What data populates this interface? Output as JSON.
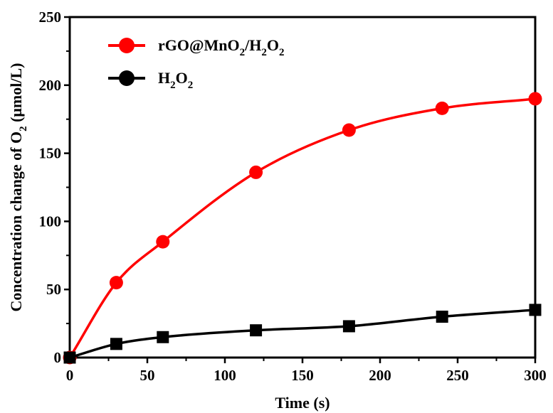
{
  "chart_data": {
    "type": "line",
    "xlabel": "Time (s)",
    "ylabel": {
      "parts": [
        {
          "text": "Concentration change of O",
          "sub": false
        },
        {
          "text": "2",
          "sub": true
        },
        {
          "text": " (μmol/L)",
          "sub": false
        }
      ]
    },
    "xlim": [
      0,
      300
    ],
    "ylim": [
      0,
      250
    ],
    "xticks": [
      0,
      50,
      100,
      150,
      200,
      250,
      300
    ],
    "yticks": [
      0,
      50,
      100,
      150,
      200,
      250
    ],
    "grid": false,
    "legend_position": "top-left",
    "series": [
      {
        "name": {
          "parts": [
            {
              "text": "rGO@MnO",
              "sub": false
            },
            {
              "text": "2",
              "sub": true
            },
            {
              "text": "/H",
              "sub": false
            },
            {
              "text": "2",
              "sub": true
            },
            {
              "text": "O",
              "sub": false
            },
            {
              "text": "2",
              "sub": true
            }
          ]
        },
        "color": "#ff0000",
        "marker": "circle",
        "x": [
          0,
          30,
          60,
          120,
          180,
          240,
          300
        ],
        "y": [
          0,
          55,
          85,
          136,
          167,
          183,
          190
        ]
      },
      {
        "name": {
          "parts": [
            {
              "text": "H",
              "sub": false
            },
            {
              "text": "2",
              "sub": true
            },
            {
              "text": "O",
              "sub": false
            },
            {
              "text": "2",
              "sub": true
            }
          ]
        },
        "color": "#000000",
        "marker": "square",
        "x": [
          0,
          30,
          60,
          120,
          180,
          240,
          300
        ],
        "y": [
          0,
          10,
          15,
          20,
          23,
          30,
          35
        ]
      }
    ]
  }
}
